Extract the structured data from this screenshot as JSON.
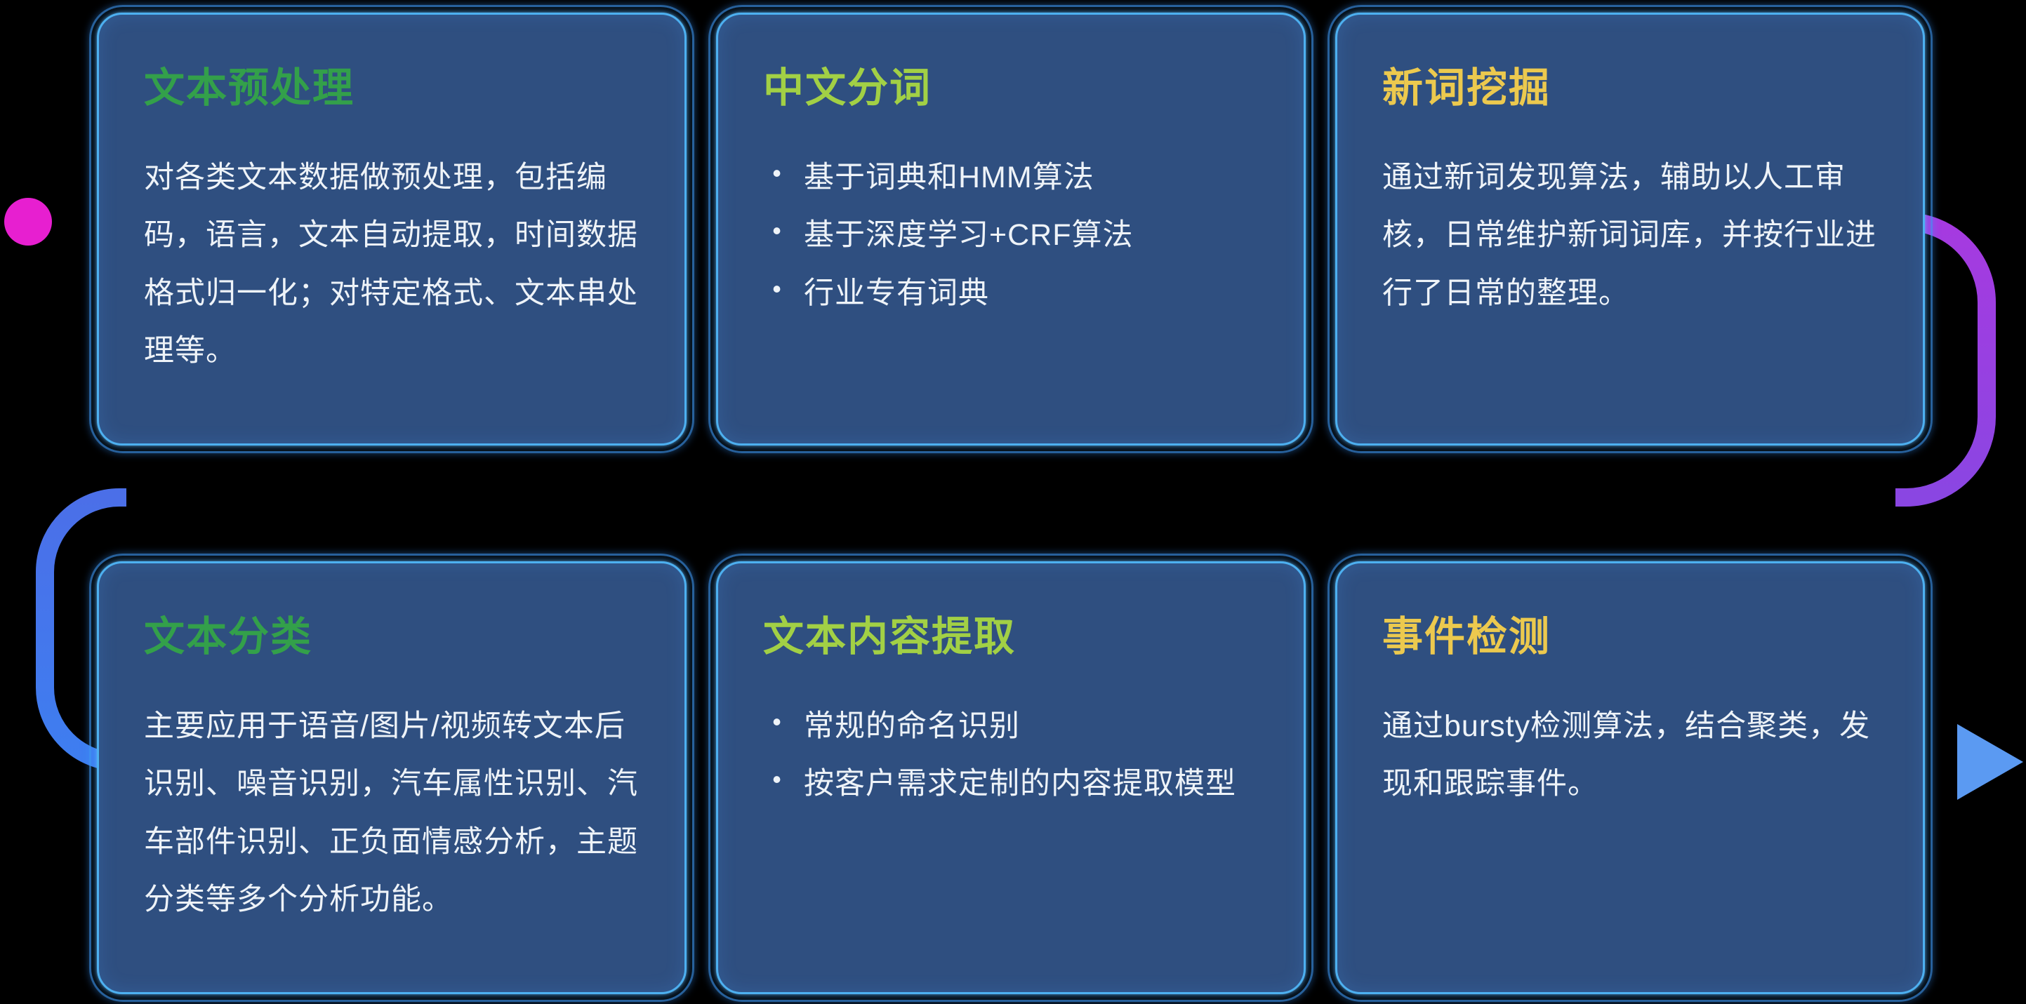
{
  "diagram_title": "",
  "cards": [
    {
      "id": "text-preprocessing",
      "title": "文本预处理",
      "title_color": "#33a04a",
      "body": "对各类文本数据做预处理，包括编码，语言，文本自动提取，时间数据格式归一化；对特定格式、文本串处理等。",
      "bullets": []
    },
    {
      "id": "chinese-word-segmentation",
      "title": "中文分词",
      "title_color": "#a2d045",
      "body": "",
      "bullets": [
        "基于词典和HMM算法",
        "基于深度学习+CRF算法",
        "行业专有词典"
      ]
    },
    {
      "id": "new-word-mining",
      "title": "新词挖掘",
      "title_color": "#ecc94e",
      "body": "通过新词发现算法，辅助以人工审核，日常维护新词词库，并按行业进行了日常的整理。",
      "bullets": []
    },
    {
      "id": "text-classification",
      "title": "文本分类",
      "title_color": "#33a04a",
      "body": "主要应用于语音/图片/视频转文本后识别、噪音识别，汽车属性识别、汽车部件识别、正负面情感分析，主题分类等多个分析功能。",
      "bullets": []
    },
    {
      "id": "text-content-extraction",
      "title": "文本内容提取",
      "title_color": "#a2d045",
      "body": "",
      "bullets": [
        "常规的命名识别",
        "按客户需求定制的内容提取模型"
      ]
    },
    {
      "id": "event-detection",
      "title": "事件检测",
      "title_color": "#ecc94e",
      "body": "通过bursty检测算法，结合聚类，发现和跟踪事件。",
      "bullets": []
    }
  ],
  "palette": {
    "page_bg": "#000000",
    "card_bg": "#2f4f80",
    "card_border": "#4db0f0",
    "body_text": "#eef3f8",
    "green_title": "#33a04a",
    "lime_title": "#a2d045",
    "yellow_title": "#ecc94e",
    "flow_magenta": "#e71fd0",
    "flow_violet": "#a63ae0",
    "flow_purple": "#8a46e2",
    "flow_indigo": "#4b6fe8",
    "flow_blue": "#3e7ef0",
    "flow_blue_light": "#4f93f2",
    "arrow_blue": "#5b9af2"
  }
}
